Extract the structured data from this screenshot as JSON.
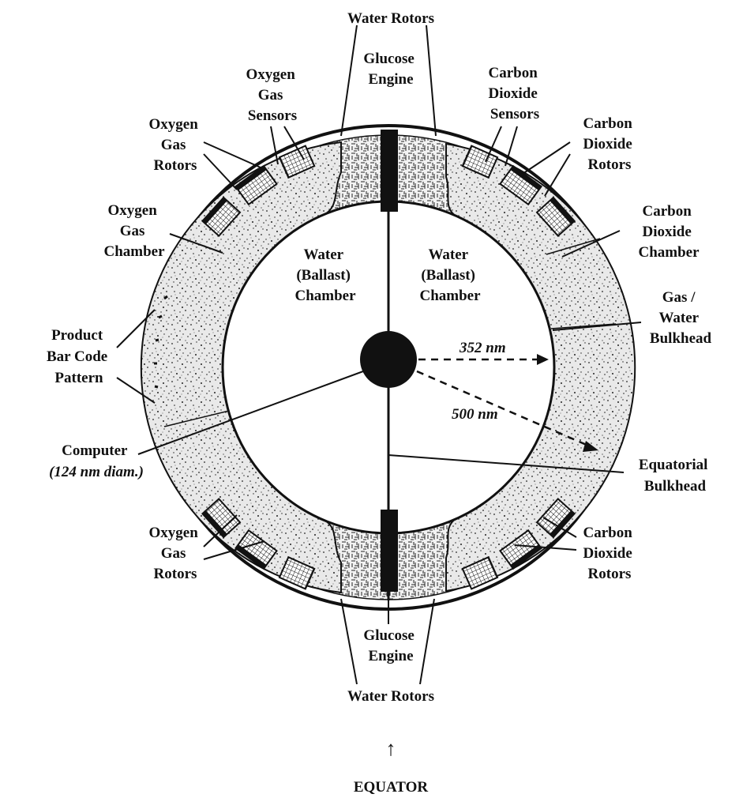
{
  "labels": {
    "water_rotors_top": "Water Rotors",
    "glucose_engine_top": [
      "Glucose",
      "Engine"
    ],
    "oxygen_gas_sensors": [
      "Oxygen",
      "Gas",
      "Sensors"
    ],
    "carbon_dioxide_sensors": [
      "Carbon",
      "Dioxide",
      "Sensors"
    ],
    "oxygen_gas_rotors_top": [
      "Oxygen",
      "Gas",
      "Rotors"
    ],
    "carbon_dioxide_rotors_top": [
      "Carbon",
      "Dioxide",
      "Rotors"
    ],
    "oxygen_gas_chamber": [
      "Oxygen",
      "Gas",
      "Chamber"
    ],
    "carbon_dioxide_chamber": [
      "Carbon",
      "Dioxide",
      "Chamber"
    ],
    "water_ballast_left": [
      "Water",
      "(Ballast)",
      "Chamber"
    ],
    "water_ballast_right": [
      "Water",
      "(Ballast)",
      "Chamber"
    ],
    "gas_water_bulkhead": [
      "Gas /",
      "Water",
      "Bulkhead"
    ],
    "product_bar_code": [
      "Product",
      "Bar Code",
      "Pattern"
    ],
    "radius_inner": "352 nm",
    "radius_outer": "500 nm",
    "computer": [
      "Computer",
      "(124 nm diam.)"
    ],
    "equatorial_bulkhead": [
      "Equatorial",
      "Bulkhead"
    ],
    "oxygen_gas_rotors_bottom": [
      "Oxygen",
      "Gas",
      "Rotors"
    ],
    "carbon_dioxide_rotors_bottom": [
      "Carbon",
      "Dioxide",
      "Rotors"
    ],
    "glucose_engine_bottom": [
      "Glucose",
      "Engine"
    ],
    "water_rotors_bottom": "Water Rotors",
    "equator_arrow": "↑",
    "equator": "EQUATOR"
  }
}
